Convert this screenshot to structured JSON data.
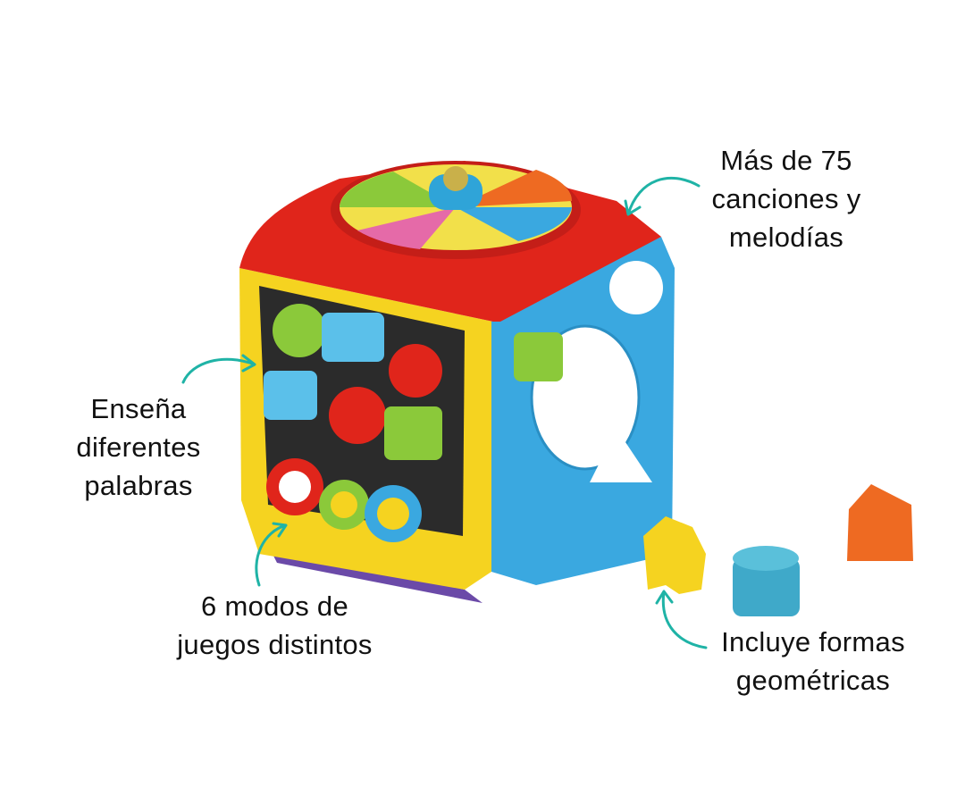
{
  "callouts": {
    "songs": {
      "lines": [
        "Más de 75",
        "canciones y",
        "melodías"
      ]
    },
    "words": {
      "lines": [
        "Enseña",
        "diferentes",
        "palabras"
      ]
    },
    "modes": {
      "lines": [
        "6 modos de",
        "juegos distintos"
      ]
    },
    "shapes": {
      "lines": [
        "Incluye formas",
        "geométricas"
      ]
    }
  },
  "colors": {
    "arrow": "#1fb3a6",
    "red": "#e0251b",
    "blue": "#3aa8e0",
    "yellow": "#f5d320",
    "orange": "#ee6a22",
    "purple": "#6b4aa8"
  }
}
